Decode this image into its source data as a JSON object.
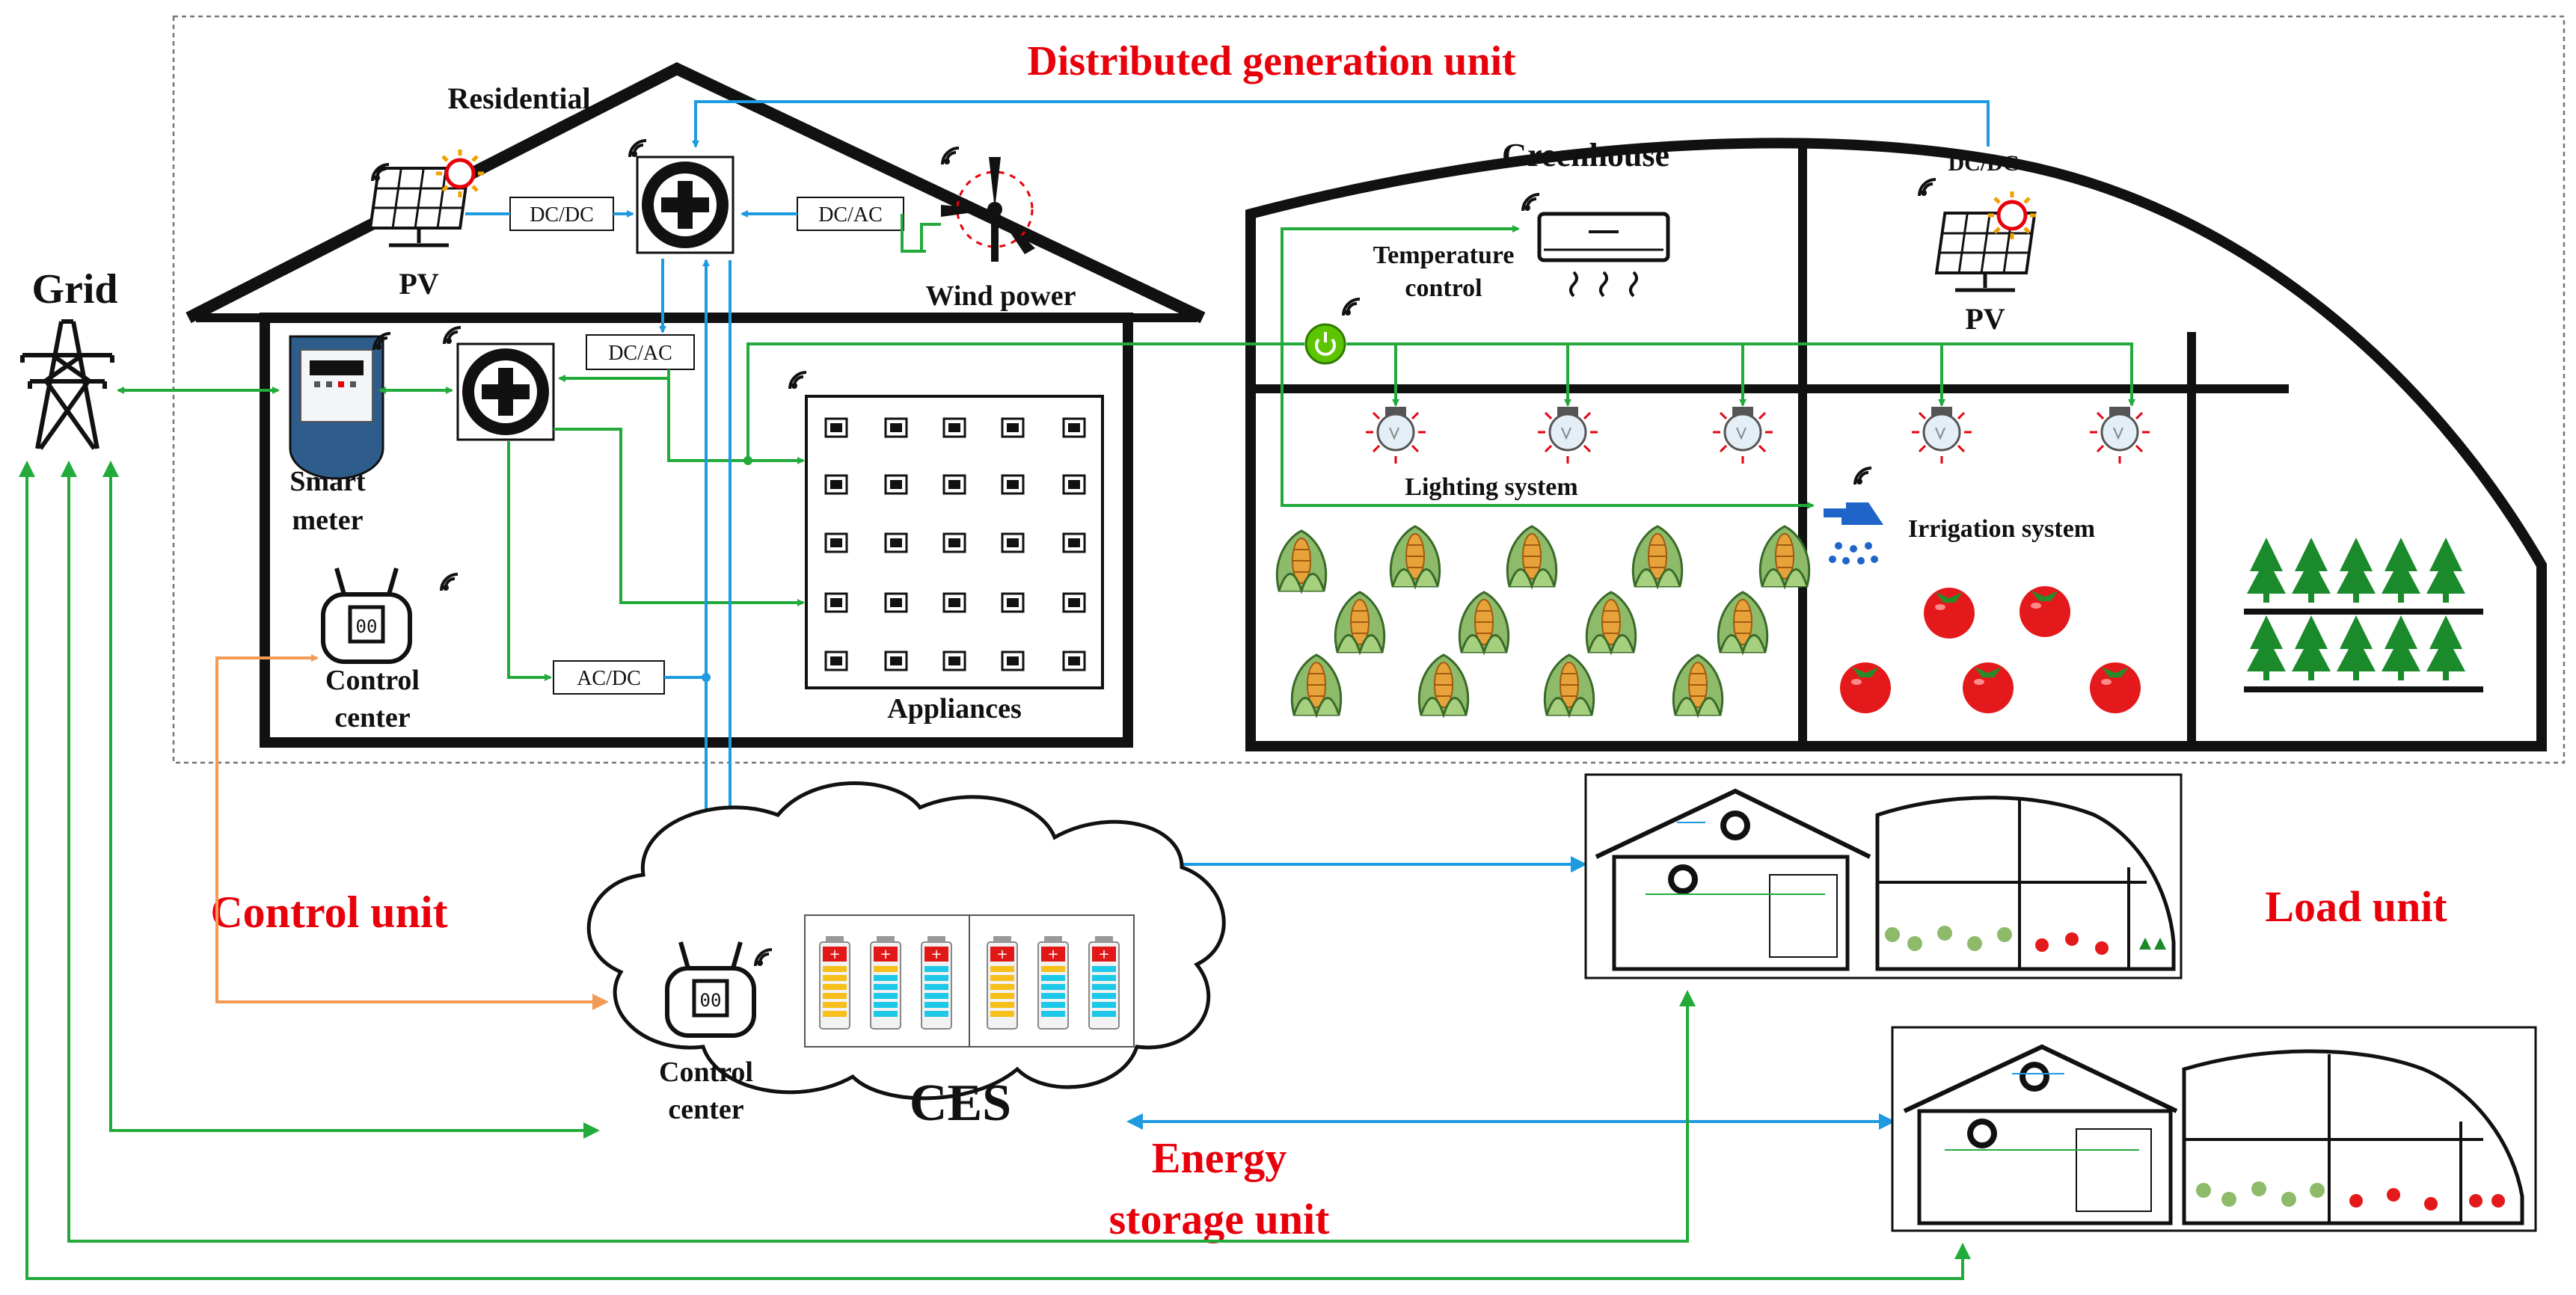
{
  "units": {
    "distributed_generation": "Distributed generation unit",
    "control": "Control  unit",
    "load": "Load unit",
    "energy_storage_line1": "Energy",
    "energy_storage_line2": "storage unit"
  },
  "grid": {
    "label": "Grid"
  },
  "residential": {
    "title": "Residential",
    "pv_label": "PV",
    "wind_label": "Wind power",
    "smart_meter_line1": "Smart",
    "smart_meter_line2": "meter",
    "control_center_line1": "Control",
    "control_center_line2": "center",
    "appliances_label": "Appliances",
    "converters": {
      "pv_dcdc": "DC/DC",
      "wind_dcac": "DC/AC",
      "inverter_dcac": "DC/AC",
      "acdc": "AC/DC"
    }
  },
  "greenhouse": {
    "title": "Greenhouse",
    "dcdc_label": "DC/DC",
    "pv_label": "PV",
    "temperature_line1": "Temperature",
    "temperature_line2": "control",
    "lighting_label": "Lighting system",
    "irrigation_label": "Irrigation system"
  },
  "ces": {
    "label": "CES",
    "control_center_line1": "Control",
    "control_center_line2": "center"
  },
  "colors": {
    "green_link": "#22aa3a",
    "blue_link": "#1e9ae0",
    "orange_link": "#f39a55",
    "unit_label_red": "#e8000b",
    "battery_red": "#e01818",
    "battery_yellow": "#f7bf1a",
    "battery_cyan": "#1ec8e8",
    "tomato": "#e4191b",
    "tree": "#1a8a2a",
    "corn_leaf": "#8dbb6a"
  },
  "icons": [
    "sun-icon",
    "pv-panel-icon",
    "wind-turbine-icon",
    "inverter-icon",
    "smart-meter-icon",
    "control-center-icon",
    "transmission-tower-icon",
    "air-conditioner-icon",
    "light-bulb-icon",
    "sprinkler-icon",
    "power-button-icon",
    "battery-icon",
    "corn-icon",
    "tomato-icon",
    "tree-icon",
    "wifi-icon"
  ]
}
